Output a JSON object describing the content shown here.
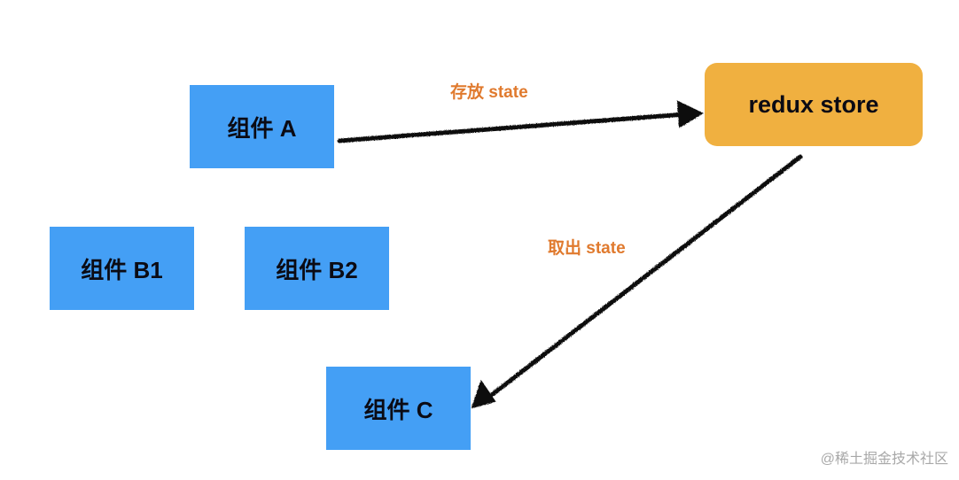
{
  "diagram": {
    "nodes": {
      "component_a": "组件 A",
      "component_b1": "组件 B1",
      "component_b2": "组件 B2",
      "component_c": "组件 C",
      "store": "redux store"
    },
    "edges": [
      {
        "from": "component_a",
        "to": "store",
        "label": "存放 state"
      },
      {
        "from": "store",
        "to": "component_c",
        "label": "取出 state"
      }
    ],
    "colors": {
      "component_fill": "#449ff5",
      "store_fill": "#f0b040",
      "edge_label": "#e07a2e",
      "arrow": "#111111"
    }
  },
  "watermark": "@稀土掘金技术社区"
}
